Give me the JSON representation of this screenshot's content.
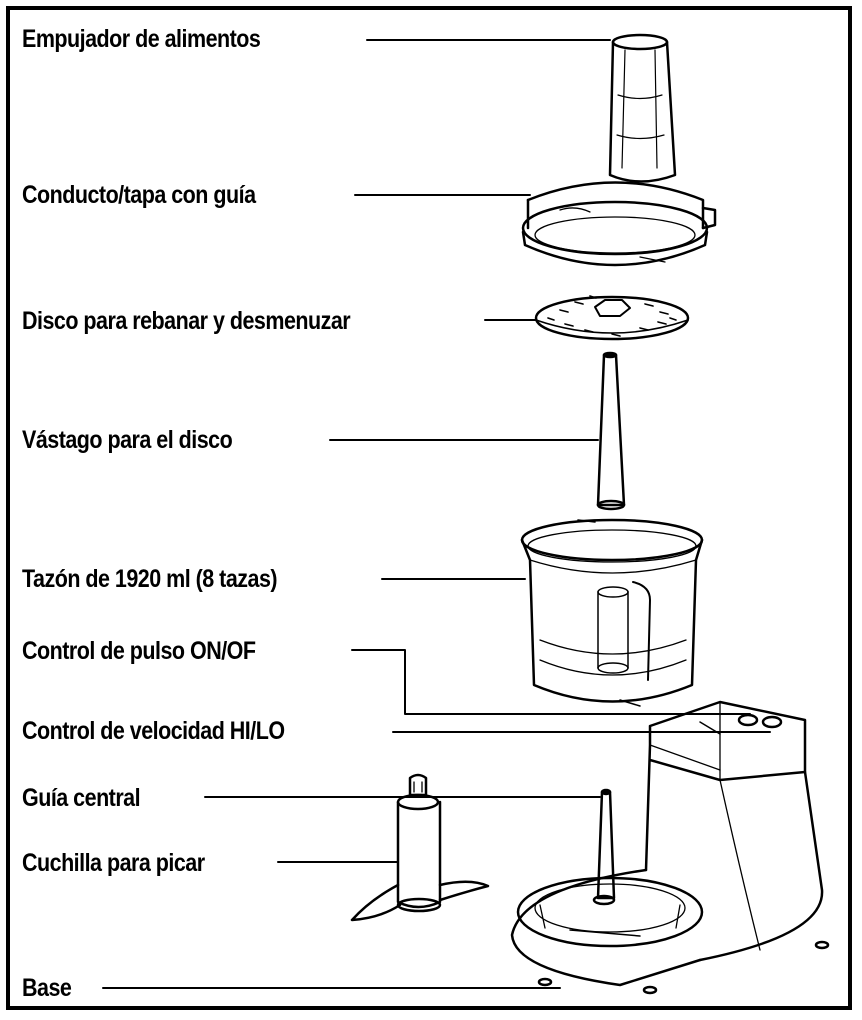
{
  "labels": {
    "food_pusher": "Empujador de alimentos",
    "feed_tube_lid": "Conducto/tapa con guía",
    "disc": "Disco para rebanar y desmenuzar",
    "disc_stem": "Vástago para el disco",
    "bowl": "Tazón de 1920 ml (8 tazas)",
    "pulse_control": "Control de pulso ON/OF",
    "speed_control": "Control de velocidad HI/LO",
    "center_guide": "Guía central",
    "chopping_blade": "Cuchilla para picar",
    "base": "Base"
  },
  "colors": {
    "ink": "#000000",
    "background": "#ffffff"
  }
}
